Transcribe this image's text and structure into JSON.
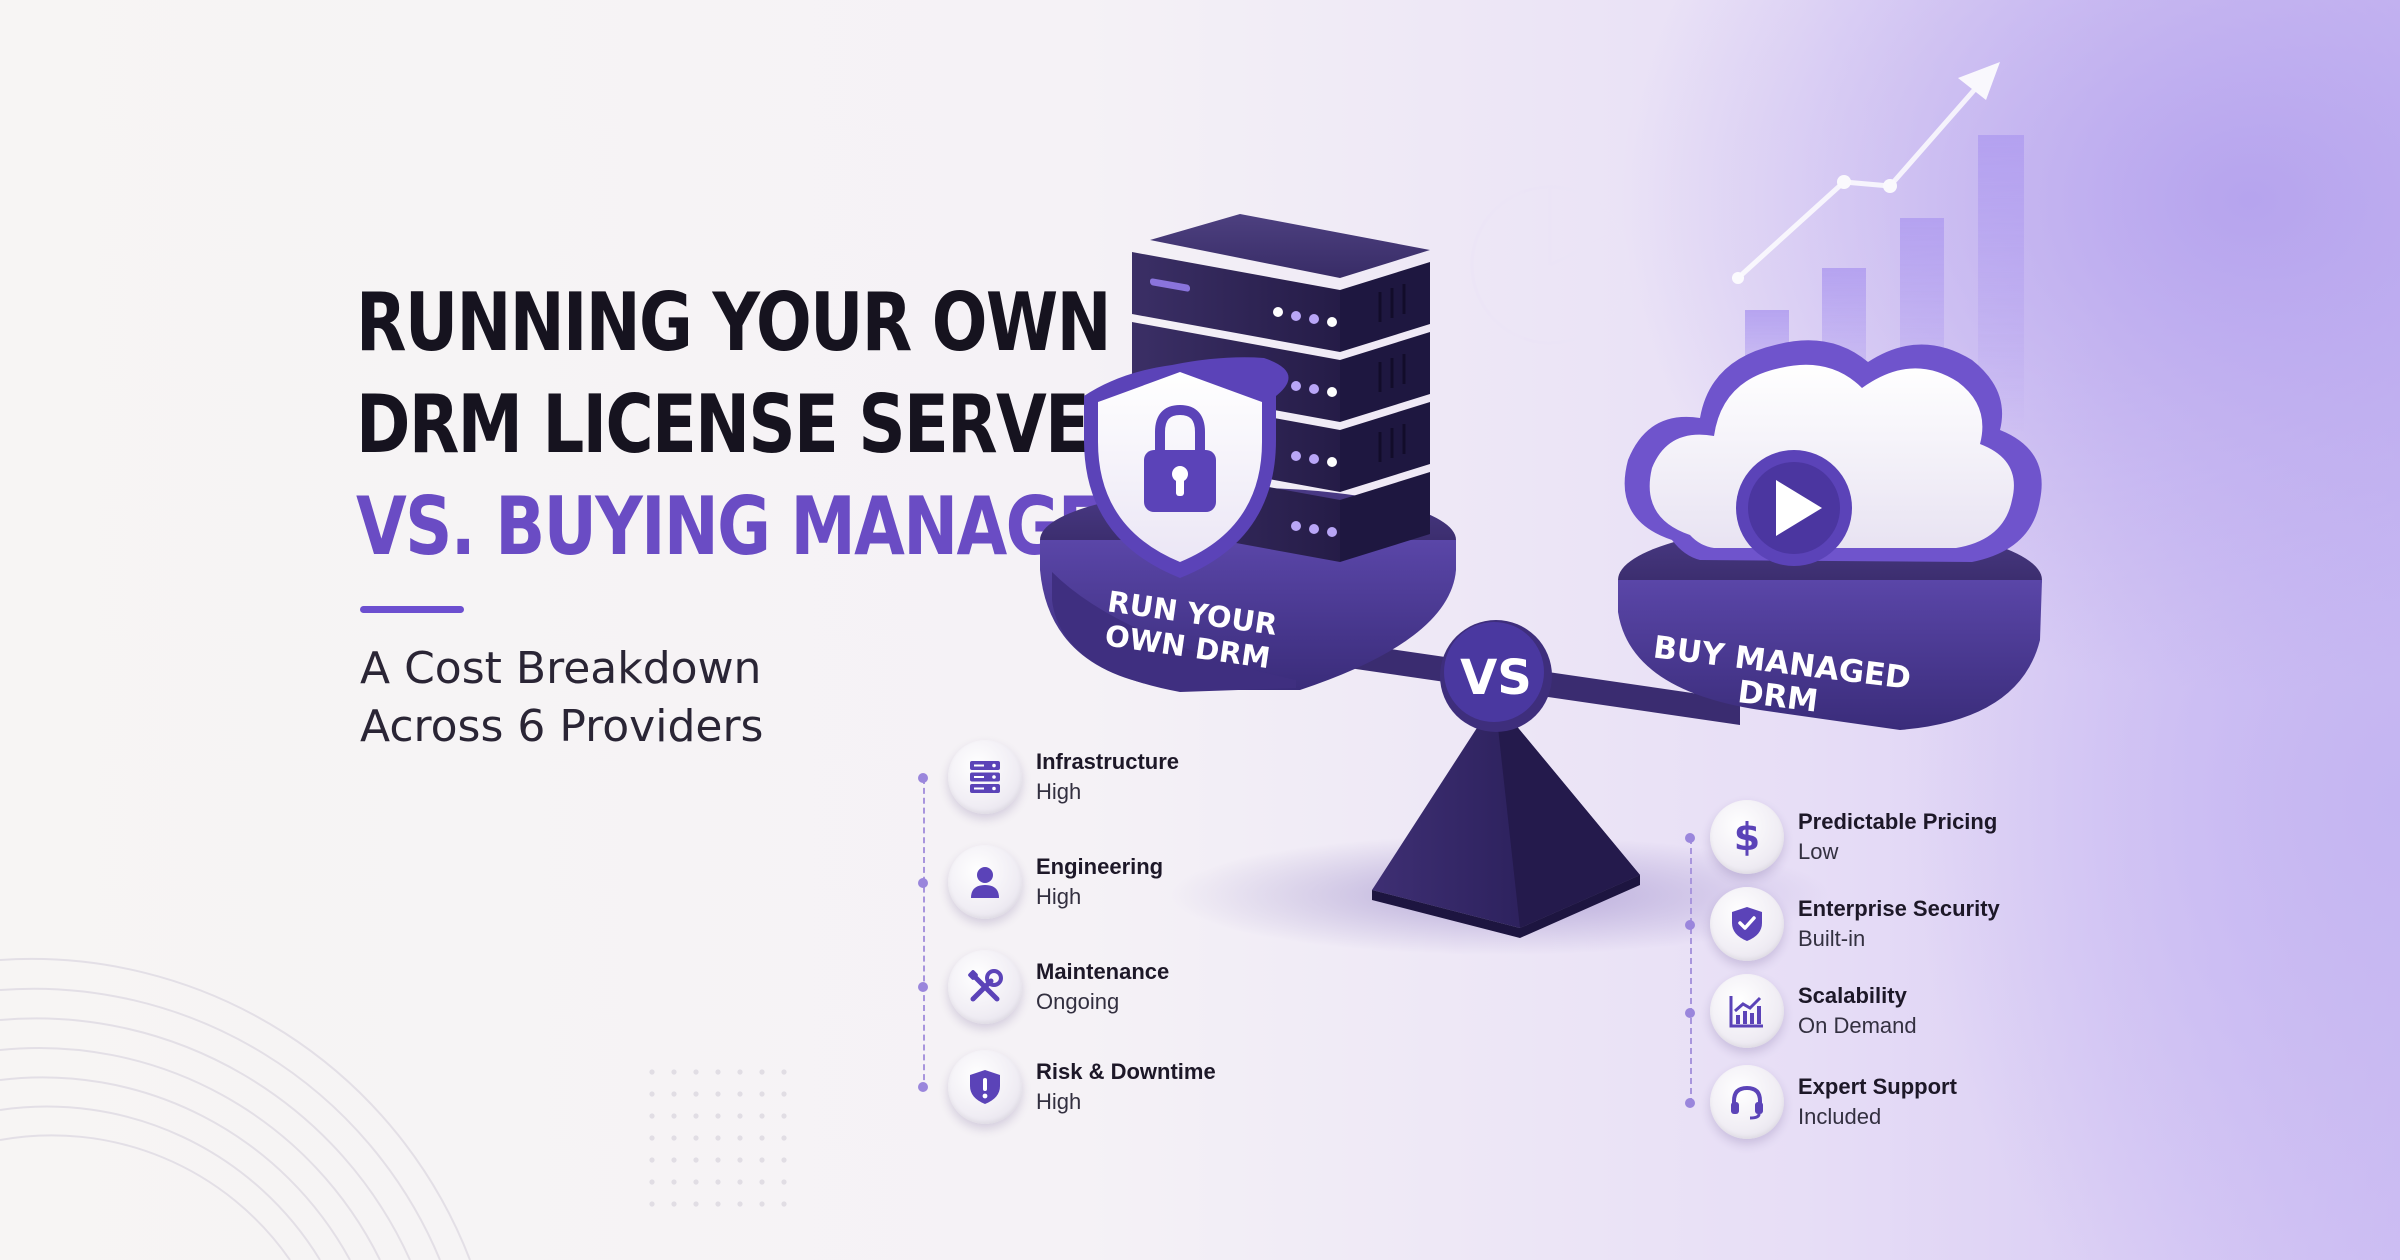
{
  "headline": {
    "line1": "RUNNING YOUR OWN",
    "line2": "DRM LICENSE SERVER",
    "line3": "VS. BUYING MANAGED:"
  },
  "subtitle": {
    "line1": "A Cost Breakdown",
    "line2": "Across 6 Providers"
  },
  "scale": {
    "left_label_line1": "RUN YOUR",
    "left_label_line2": "OWN DRM",
    "right_label_line1": "BUY MANAGED",
    "right_label_line2": "DRM",
    "center_label": "VS"
  },
  "own_features": [
    {
      "title": "Infrastructure",
      "value": "High",
      "icon": "server-icon"
    },
    {
      "title": "Engineering",
      "value": "High",
      "icon": "person-icon"
    },
    {
      "title": "Maintenance",
      "value": "Ongoing",
      "icon": "tools-icon"
    },
    {
      "title": "Risk & Downtime",
      "value": "High",
      "icon": "shield-alert-icon"
    }
  ],
  "managed_features": [
    {
      "title": "Predictable Pricing",
      "value": "Low",
      "icon": "dollar-icon"
    },
    {
      "title": "Enterprise Security",
      "value": "Built-in",
      "icon": "shield-check-icon"
    },
    {
      "title": "Scalability",
      "value": "On Demand",
      "icon": "growth-chart-icon"
    },
    {
      "title": "Expert Support",
      "value": "Included",
      "icon": "headset-icon"
    }
  ],
  "colors": {
    "accent": "#6a4cc4",
    "dark_purple": "#3a2c6e",
    "text_dark": "#16131f"
  }
}
